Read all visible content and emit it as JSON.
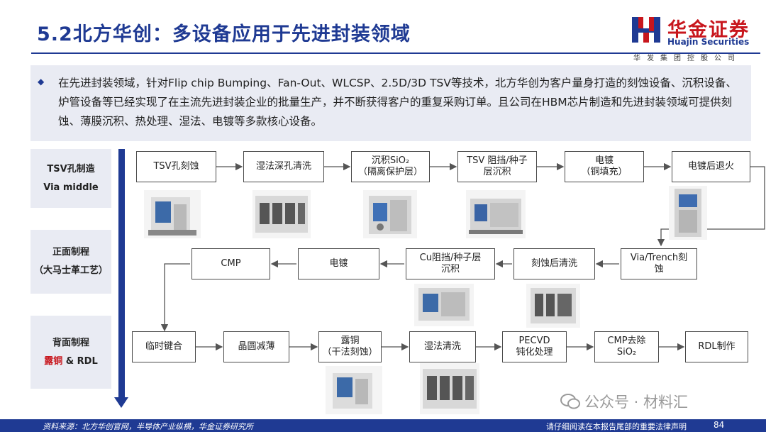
{
  "header": {
    "title": "5.2北方华创：多设备应用于先进封装领域"
  },
  "logo": {
    "cn": "华金证券",
    "en": "Huajin Securities",
    "sub": "华发集团控股公司"
  },
  "intro": {
    "text": "在先进封装领域，针对Flip chip Bumping、Fan-Out、WLCSP、2.5D/3D TSV等技术，北方华创为客户量身打造的刻蚀设备、沉积设备、炉管设备等已经实现了在主流先进封装企业的批量生产，并不断获得客户的重复采购订单。且公司在HBM芯片制造和先进封装领域可提供刻蚀、薄膜沉积、热处理、湿法、电镀等多款核心设备。"
  },
  "sections": [
    {
      "line1": "TSV孔制造",
      "line2": "Via middle"
    },
    {
      "line1": "正面制程",
      "line2": "（大马士革工艺）"
    },
    {
      "line1": "背面制程",
      "line2_red": "露铜",
      "line2_rest": " & RDL"
    }
  ],
  "row1": [
    {
      "l1": "TSV孔刻蚀",
      "l2": ""
    },
    {
      "l1": "湿法深孔清洗",
      "l2": ""
    },
    {
      "l1": "沉积SiO₂",
      "l2": "（隔离保护层）"
    },
    {
      "l1": "TSV 阻挡/种子",
      "l2": "层沉积"
    },
    {
      "l1": "电镀",
      "l2": "（铜填充）"
    },
    {
      "l1": "电镀后退火",
      "l2": ""
    }
  ],
  "row2": [
    {
      "l1": "Via/Trench刻",
      "l2": "蚀"
    },
    {
      "l1": "刻蚀后清洗",
      "l2": ""
    },
    {
      "l1": "Cu阻挡/种子层",
      "l2": "沉积"
    },
    {
      "l1": "电镀",
      "l2": ""
    },
    {
      "l1": "CMP",
      "l2": ""
    }
  ],
  "row3": [
    {
      "l1": "临时键合",
      "l2": ""
    },
    {
      "l1": "晶圆减薄",
      "l2": ""
    },
    {
      "l1": "露铜",
      "l2": "（干法刻蚀）"
    },
    {
      "l1": "湿法清洗",
      "l2": ""
    },
    {
      "l1": "PECVD",
      "l2": "钝化处理"
    },
    {
      "l1": "CMP去除",
      "l2": "SiO₂"
    },
    {
      "l1": "RDL制作",
      "l2": ""
    }
  ],
  "footer": {
    "source": "资料来源：北方华创官网，半导体产业纵横，华金证券研究所",
    "disclaimer": "请仔细阅读在本报告尾部的重要法律声明",
    "page": "84"
  },
  "watermark": {
    "text": "公众号 · 材料汇"
  },
  "colors": {
    "brand_blue": "#1f3a93",
    "brand_red": "#c8161d",
    "panel_bg": "#e9ebf3"
  }
}
